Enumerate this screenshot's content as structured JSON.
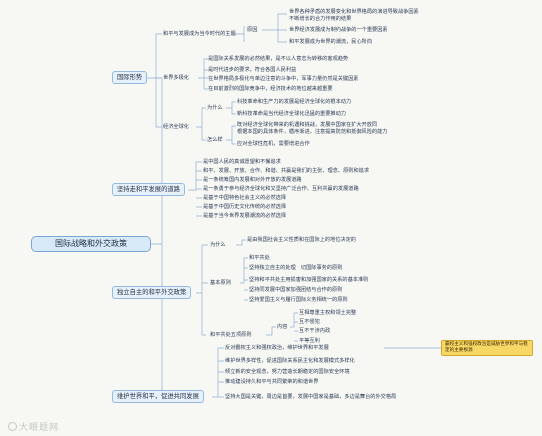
{
  "root": "国际战略和外交政策",
  "branches": {
    "b1": {
      "label": "国际形势",
      "peace": {
        "label": "和平与发展成为当今时代的主题",
        "reason": "原因",
        "r1": "世界各种矛盾的发展变化和世界格局的演进导致战争因素",
        "r1b": "不断增长的合力作用的结果",
        "r2": "世界经济发展成为制约战争的一个重要因素",
        "r3": "和平发展成为世界的潮流，民心所向"
      },
      "multi": {
        "label": "世界多极化",
        "m1": "是国际关系发展的必然结果，是不以人意志为转移的客观趋势",
        "m2": "是时代进步的要求，符合各国人民利益",
        "m3": "在世界格局多极化与单边注意的斗争中，军事力量仍然是关键因素",
        "m4": "在目前激烈的国际竞争中，经济技术的地位越来越重要"
      },
      "glob": {
        "label": "经济全球化",
        "why": "为什么",
        "w1": "科技革命和生产力的发展是经济全球化的根本动力",
        "w2": "新科技革命是当代经济全球化迅猛的重要推动力",
        "how": "怎么样",
        "h1": "既对经济全球化带来的机遇和挑战，发展中国家在扩大开放同",
        "h1b": "根据本国的具体条件，循序渐进，注意提高防范和抵御风险的能力",
        "h2": "应对全球性危机，需要增进合作"
      }
    },
    "b2": {
      "label": "坚持走和平发展的道路",
      "items": [
        "是中国人民的真诚愿望和不懈追求",
        "和平、发展、开放、合作、和谐、共赢是我们的主张、理念、原则和追求",
        "是一条统筹国内发展和对外开放的发展道路",
        "是一条勇于参与经济全球化和又坚持广泛合作、互利共赢的发展道路",
        "是基于中国特色社会主义的必然选择",
        "是基于中国历史文化传统的必然选择",
        "是基于当今世界发展潮流的必然选择"
      ]
    },
    "b3": {
      "label": "独立自主的和平外交政策",
      "why": "为什么",
      "why_text": "是由我国社会主义性质和在国际上的地位决定的",
      "basic": "基本原则",
      "p": [
        "和平共处",
        "坚持独立自主的处理　切国际事务的原则",
        "坚持和平共处主用损害和加强国家的关系的基本准则",
        "坚持同发展中国家加强团结与合作的原则",
        "坚持爱国主义与履行国际义务相统一的原则"
      ],
      "five": "和平共处五项原则",
      "content": "内容",
      "f": [
        "互相尊重主权和领土完整",
        "互不侵犯",
        "互不干涉内政",
        "平等互利"
      ]
    },
    "b4": {
      "label": "维护世界和平，促进共同发展",
      "items": [
        "反对霸权主义和强权政治，维护世界和平发展",
        "维护世界多样性，促进国际关系民主化和发展模式多样化",
        "倾立新的安全观念，努力营造长期稳定的国际安全环境",
        "推动建设持久和平与共同繁荣的和谐世界",
        "坚持大国是关键，周边是首要，发展中国家是基础，多边是舞台的外交格局"
      ],
      "note": "霸权主义和强权政治是威胁世界和平与稳定的主要根源"
    }
  },
  "watermark": "大眼题网"
}
